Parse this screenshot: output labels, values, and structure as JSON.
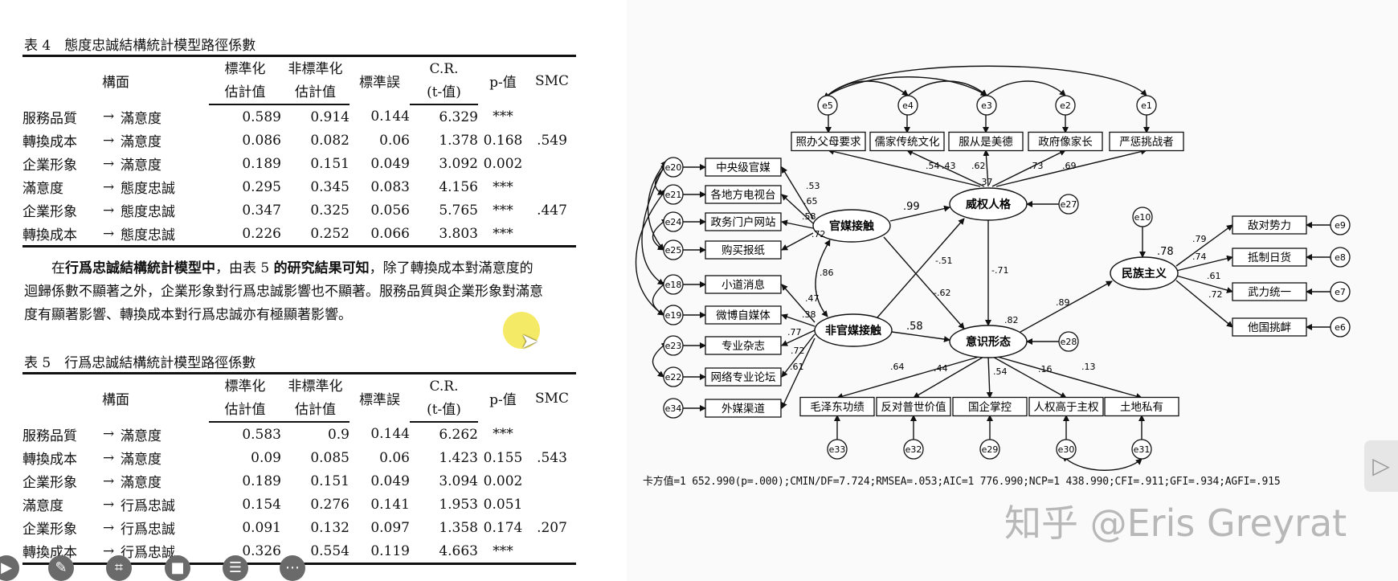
{
  "table4": {
    "caption": "表 4　態度忠誠結構統計模型路徑係數",
    "headers": {
      "facet": "構面",
      "std_1": "標準化",
      "std_2": "估計值",
      "unstd_1": "非標準化",
      "unstd_2": "估計值",
      "se": "標準誤",
      "cr_1": "C.R.",
      "cr_2": "(t-值)",
      "p": "p-值",
      "smc": "SMC"
    },
    "rows": [
      {
        "from": "服務品質",
        "arrow": "→",
        "to": "滿意度",
        "std": "0.589",
        "unstd": "0.914",
        "se": "0.144",
        "cr": "6.329",
        "p": "***",
        "smc": ""
      },
      {
        "from": "轉換成本",
        "arrow": "→",
        "to": "滿意度",
        "std": "0.086",
        "unstd": "0.082",
        "se": "0.06",
        "cr": "1.378",
        "p": "0.168",
        "smc": ".549"
      },
      {
        "from": "企業形象",
        "arrow": "→",
        "to": "滿意度",
        "std": "0.189",
        "unstd": "0.151",
        "se": "0.049",
        "cr": "3.092",
        "p": "0.002",
        "smc": ""
      },
      {
        "from": "滿意度",
        "arrow": "→",
        "to": "態度忠誠",
        "std": "0.295",
        "unstd": "0.345",
        "se": "0.083",
        "cr": "4.156",
        "p": "***",
        "smc": ""
      },
      {
        "from": "企業形象",
        "arrow": "→",
        "to": "態度忠誠",
        "std": "0.347",
        "unstd": "0.325",
        "se": "0.056",
        "cr": "5.765",
        "p": "***",
        "smc": ".447"
      },
      {
        "from": "轉換成本",
        "arrow": "→",
        "to": "態度忠誠",
        "std": "0.226",
        "unstd": "0.252",
        "se": "0.066",
        "cr": "3.803",
        "p": "***",
        "smc": ""
      }
    ]
  },
  "paragraph": {
    "p1": "在",
    "b1": "行爲忠誠結構統計模型中",
    "p2": "，由表 5 ",
    "b2": "的研究結果可知",
    "p3": "，除了轉換成本對滿意度的迴歸係數不顯著之外，企業形象對行爲忠誠影響也不顯著。服務品質與企業形象對滿意度有顯著影響、轉換成本對行爲忠誠亦有極顯著影響。"
  },
  "table5": {
    "caption": "表 5　行爲忠誠結構統計模型路徑係數",
    "headers": {
      "facet": "構面",
      "std_1": "標準化",
      "std_2": "估計值",
      "unstd_1": "非標準化",
      "unstd_2": "估計值",
      "se": "標準誤",
      "cr_1": "C.R.",
      "cr_2": "(t-值)",
      "p": "p-值",
      "smc": "SMC"
    },
    "rows": [
      {
        "from": "服務品質",
        "arrow": "→",
        "to": "滿意度",
        "std": "0.583",
        "unstd": "0.9",
        "se": "0.144",
        "cr": "6.262",
        "p": "***",
        "smc": ""
      },
      {
        "from": "轉換成本",
        "arrow": "→",
        "to": "滿意度",
        "std": "0.09",
        "unstd": "0.085",
        "se": "0.06",
        "cr": "1.423",
        "p": "0.155",
        "smc": ".543"
      },
      {
        "from": "企業形象",
        "arrow": "→",
        "to": "滿意度",
        "std": "0.189",
        "unstd": "0.151",
        "se": "0.049",
        "cr": "3.094",
        "p": "0.002",
        "smc": ""
      },
      {
        "from": "滿意度",
        "arrow": "→",
        "to": "行爲忠誠",
        "std": "0.154",
        "unstd": "0.276",
        "se": "0.141",
        "cr": "1.953",
        "p": "0.051",
        "smc": ""
      },
      {
        "from": "企業形象",
        "arrow": "→",
        "to": "行爲忠誠",
        "std": "0.091",
        "unstd": "0.132",
        "se": "0.097",
        "cr": "1.358",
        "p": "0.174",
        "smc": ".207"
      },
      {
        "from": "轉換成本",
        "arrow": "→",
        "to": "行爲忠誠",
        "std": "0.326",
        "unstd": "0.554",
        "se": "0.119",
        "cr": "4.663",
        "p": "***",
        "smc": ""
      }
    ]
  },
  "toolbar": {
    "icons": [
      "play-icon",
      "pen-icon",
      "screenshot-icon",
      "camera-icon",
      "caption-icon",
      "more-icon"
    ]
  },
  "diagram": {
    "latents": {
      "authority": "威权人格",
      "official_media": "官媒接触",
      "unofficial_media": "非官媒接触",
      "ideology": "意识形态",
      "nationalism": "民族主义"
    },
    "indicators": {
      "top": [
        "照办父母要求",
        "儒家传统文化",
        "服从是美德",
        "政府像家长",
        "严惩挑战者"
      ],
      "official": [
        "中央级官媒",
        "各地方电视台",
        "政务门户网站",
        "购买报纸"
      ],
      "unofficial": [
        "小道消息",
        "微博自媒体",
        "专业杂志",
        "网络专业论坛",
        "外媒渠道"
      ],
      "bottom": [
        "毛泽东功绩",
        "反对普世价值",
        "国企掌控",
        "人权高于主权",
        "土地私有"
      ],
      "nat": [
        "敌对势力",
        "抵制日货",
        "武力统一",
        "他国挑衅"
      ]
    },
    "errors": {
      "top": [
        "e5",
        "e4",
        "e3",
        "e2",
        "e1"
      ],
      "official": [
        "e20",
        "e21",
        "e24",
        "e25"
      ],
      "unofficial": [
        "e18",
        "e19",
        "e23",
        "e22",
        "e34"
      ],
      "bottom": [
        "e33",
        "e32",
        "e29",
        "e30",
        "e31"
      ],
      "nat": [
        "e9",
        "e8",
        "e7",
        "e6"
      ],
      "authority": "e27",
      "ideology": "e28",
      "nationalism": "e10"
    },
    "coefs": {
      "top": [
        ".54",
        ".43",
        ".62",
        ".73",
        ".69"
      ],
      "auth_r2": ".37",
      "official": [
        ".53",
        ".65",
        ".58",
        ".72"
      ],
      "unofficial": [
        ".47",
        ".38",
        ".77",
        ".72",
        ".61"
      ],
      "corr": ".86",
      "off_auth": ".99",
      "unoff_auth": "-.51",
      "off_ideo": "-.62",
      "auth_ideo": "-.71",
      "unoff_ideo": ".58",
      "ideo_r2": ".82",
      "ideo_nat": ".89",
      "nat_r2": ".78",
      "bottom": [
        ".64",
        ".44",
        ".54",
        ".16",
        ".13"
      ],
      "nat": [
        ".79",
        ".74",
        ".61",
        ".72"
      ]
    }
  },
  "fit_indices": "卡方值=1 652.990(p=.000);CMIN/DF=7.724;RMSEA=.053;AIC=1 776.990;NCP=1 438.990;CFI=.911;GFI=.934;AGFI=.915",
  "watermark": "知乎 @Eris Greyrat"
}
